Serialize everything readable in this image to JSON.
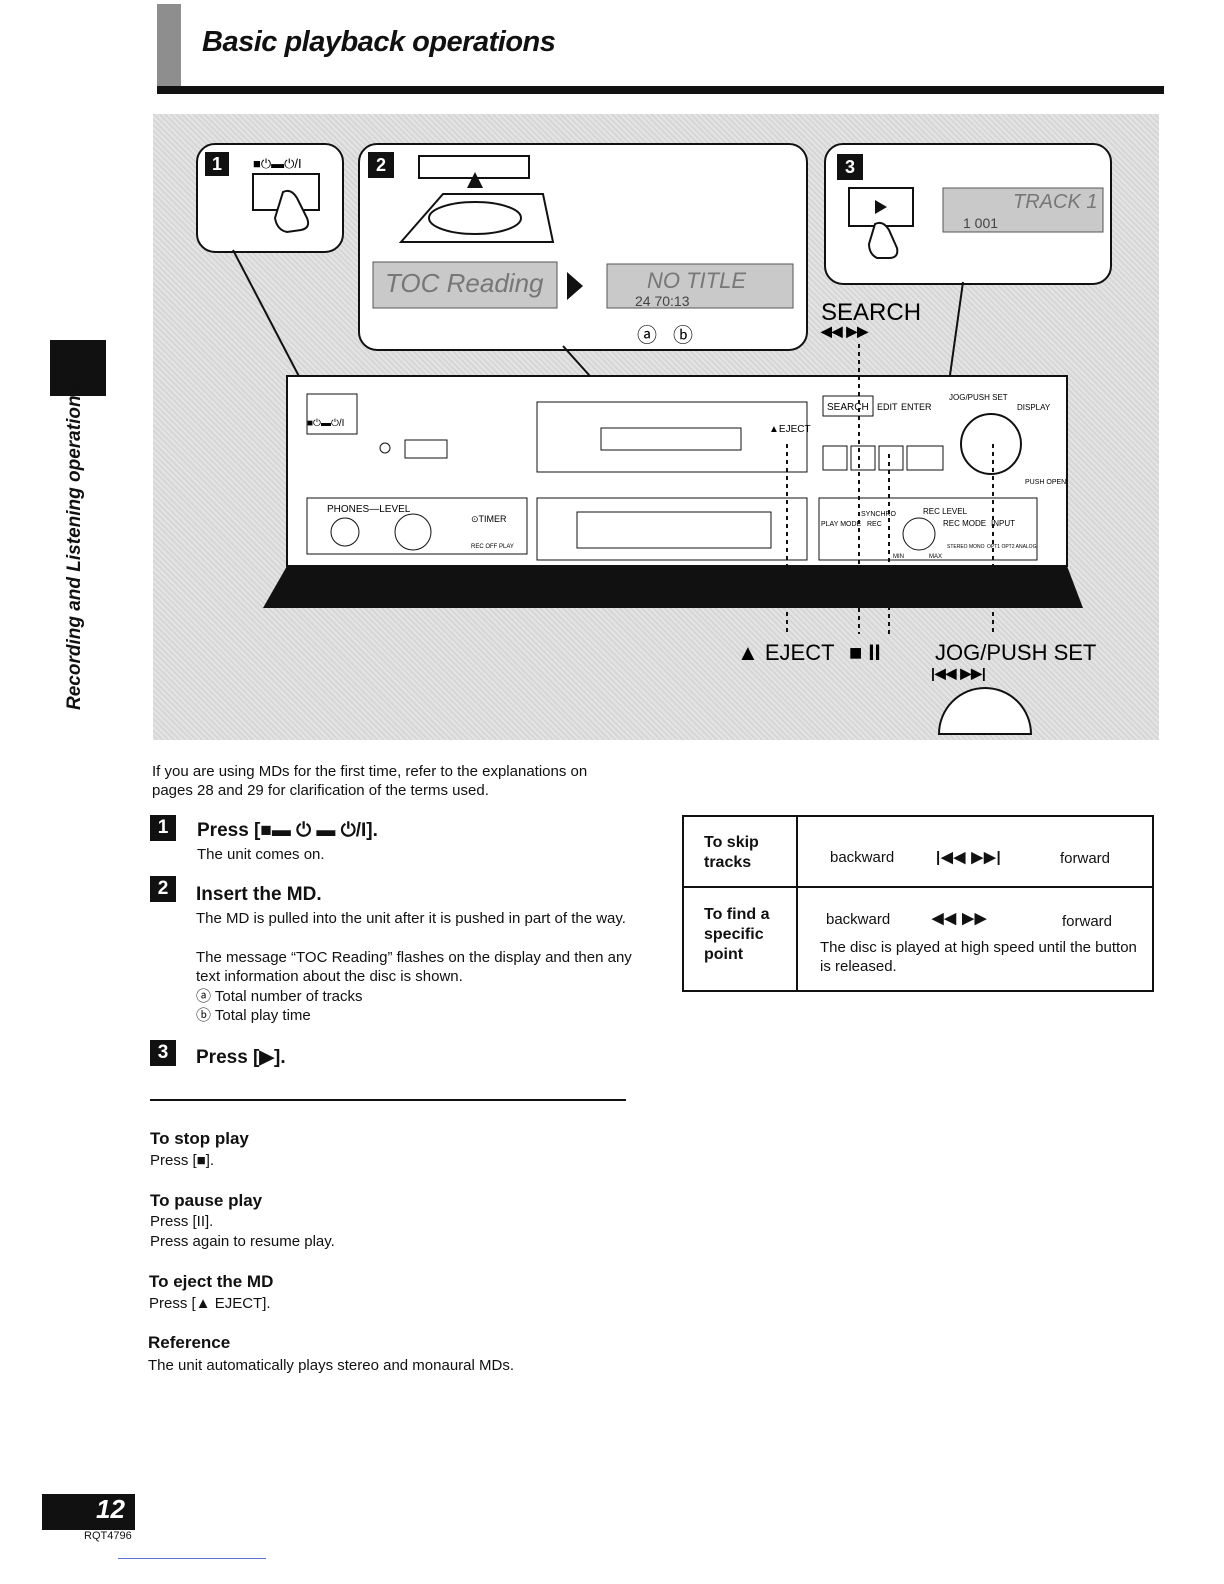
{
  "header": {
    "title": "Basic playback operations"
  },
  "side_tab": {
    "label": "Recording and Listening operations"
  },
  "illustration": {
    "steps": [
      "1",
      "2",
      "3"
    ],
    "display1": "TOC Reading",
    "display2_title": "NO TITLE",
    "display2_nums": "24  70:13",
    "display3_line1": "TRACK  1",
    "display3_line2": "1  001",
    "markers": [
      "ⓐ",
      "ⓑ"
    ],
    "search_label": "SEARCH",
    "search_symbols": "◀◀   ▶▶",
    "eject_label": "▲ EJECT",
    "stop_pause_label": "■ II",
    "jog_label": "JOG/PUSH SET",
    "jog_symbols": "|◀◀      ▶▶|",
    "panel": {
      "power": "■⏻▬⏻/I",
      "eject": "▲EJECT",
      "phones": "PHONES—LEVEL",
      "timer": "⊙TIMER",
      "timer_sub": "REC OFF PLAY",
      "search": "SEARCH",
      "edit": "EDIT",
      "enter": "ENTER",
      "jog": "JOG/PUSH SET",
      "display": "DISPLAY",
      "push_open": "PUSH OPEN",
      "rec_level": "REC LEVEL",
      "synchro": "SYNCHRO",
      "play_mode": "PLAY MODE",
      "rec": "REC",
      "rec_mode": "REC MODE",
      "input": "INPUT",
      "min": "MIN",
      "max": "MAX",
      "stereo_mono": "STEREO MONO",
      "opt_analog": "OPT1 OPT2 ANALOG"
    }
  },
  "intro": "If you are using MDs for the first time, refer to the explanations on pages 28 and 29 for clarification of the terms used.",
  "steps": [
    {
      "num": "1",
      "title": "Press [■▬ ⏻ ▬ ⏻/I].",
      "lines": [
        "The unit comes on."
      ]
    },
    {
      "num": "2",
      "title": "Insert the MD.",
      "lines": [
        "The MD is pulled into the unit after it is pushed in part of the way.",
        "The message “TOC Reading” flashes on the display and then any text information about the disc is shown.",
        "ⓐ Total number of tracks",
        "ⓑ Total play time"
      ]
    },
    {
      "num": "3",
      "title": "Press [▶].",
      "lines": []
    }
  ],
  "sections": {
    "stop": {
      "title": "To stop play",
      "body": "Press [■]."
    },
    "pause": {
      "title": "To pause play",
      "body": [
        "Press [II].",
        "Press again to resume play."
      ]
    },
    "eject": {
      "title": "To eject the MD",
      "body": "Press [▲ EJECT]."
    },
    "reference": {
      "title": "Reference",
      "body": "The unit automatically plays stereo and monaural MDs."
    }
  },
  "table": {
    "rows": [
      {
        "head": [
          "To skip",
          "tracks"
        ],
        "backward": "backward",
        "sym": "|◀◀   ▶▶|",
        "forward": "forward",
        "note": ""
      },
      {
        "head": [
          "To find a",
          "specific",
          "point"
        ],
        "backward": "backward",
        "sym": "◀◀   ▶▶",
        "forward": "forward",
        "note": "The disc is played at high speed until the button is released."
      }
    ]
  },
  "footer": {
    "page_number": "12",
    "code": "RQT4796"
  }
}
